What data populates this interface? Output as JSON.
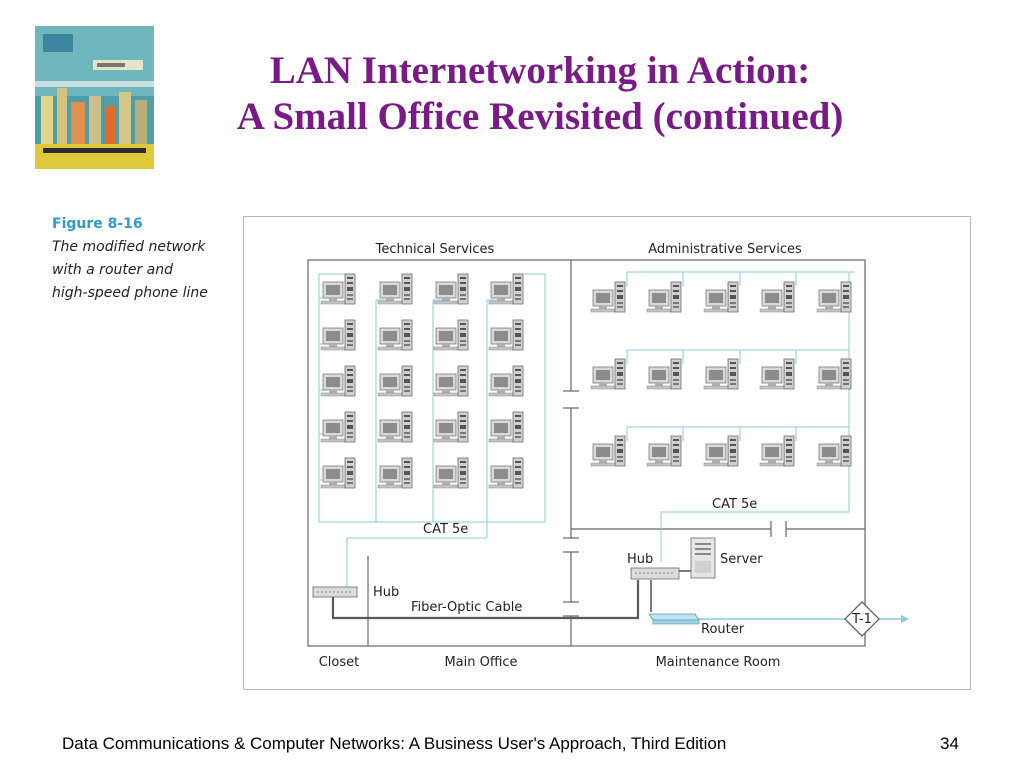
{
  "slide": {
    "title_line1": "LAN Internetworking in Action:",
    "title_line2": "A Small Office Revisited (continued)",
    "footer": "Data Communications & Computer Networks: A Business User's Approach, Third Edition",
    "page_number": "34"
  },
  "figure": {
    "number": "Figure 8-16",
    "caption_lines": [
      "The modified network",
      "with a router and",
      "high-speed phone line"
    ]
  },
  "diagram": {
    "areas": {
      "technical": "Technical Services",
      "administrative": "Administrative Services",
      "closet": "Closet",
      "main_office": "Main Office",
      "maintenance": "Maintenance Room"
    },
    "labels": {
      "cat5e_left": "CAT 5e",
      "cat5e_right": "CAT 5e",
      "hub_left": "Hub",
      "hub_right": "Hub",
      "server": "Server",
      "router": "Router",
      "fiber": "Fiber-Optic Cable",
      "t1": "T-1"
    },
    "technical_workstations": {
      "columns": 4,
      "rows": 5
    },
    "administrative_workstations": {
      "columns": 5,
      "rows": 3
    },
    "colors": {
      "cat5e_cable": "#8ec9df",
      "wall": "#666666",
      "fiber_cable": "#5a5a5a",
      "t1_line": "#8ec9df"
    }
  }
}
